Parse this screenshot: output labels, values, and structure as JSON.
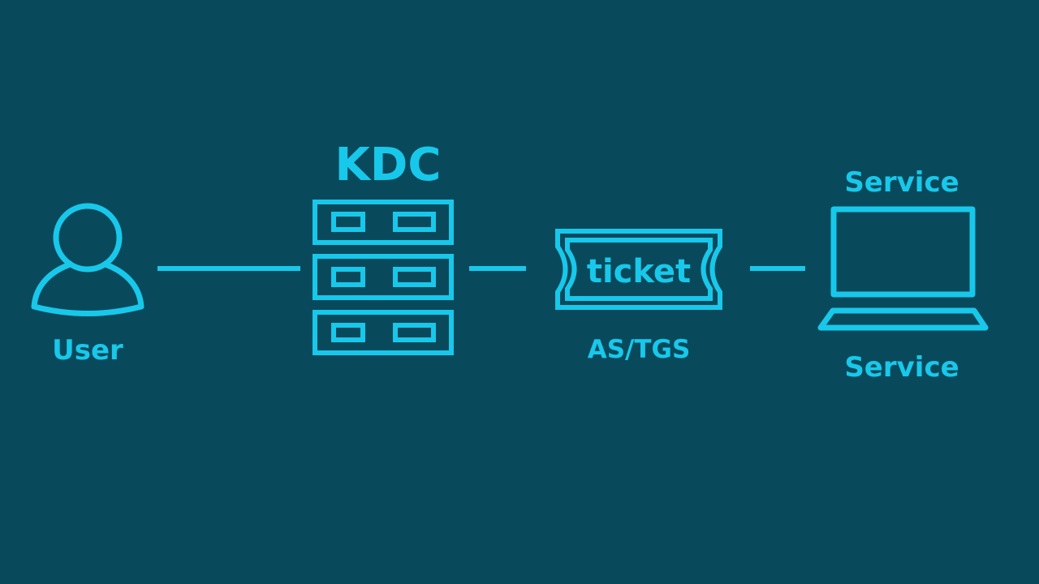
{
  "colors": {
    "background": "#084a5c",
    "accent": "#18c8ea"
  },
  "diagram": {
    "kdc_label": "KDC",
    "user_label": "User",
    "ticket_text": "ticket",
    "ticket_label": "AS/TGS",
    "service_top_label": "Service",
    "service_bottom_label": "Service"
  },
  "icons": {
    "user": "user-icon",
    "kdc": "server-stack-icon",
    "ticket": "ticket-icon",
    "service": "laptop-icon"
  }
}
